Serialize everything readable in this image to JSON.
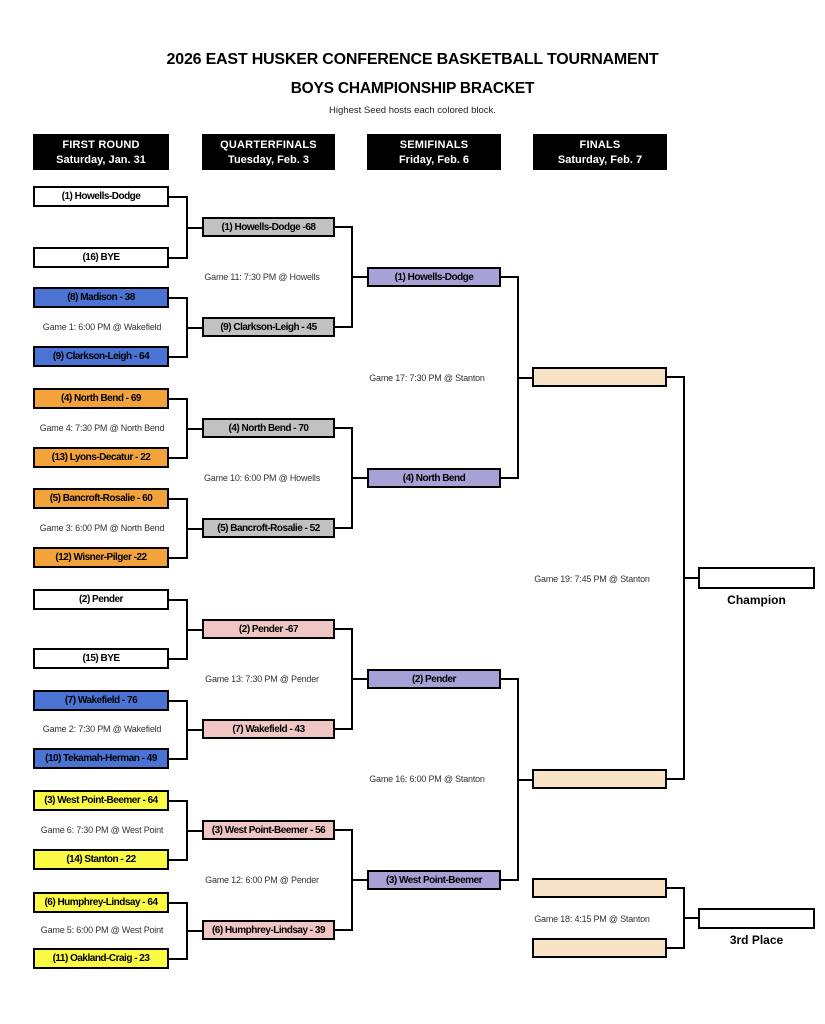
{
  "title": "2026 EAST HUSKER CONFERENCE BASKETBALL TOURNAMENT",
  "subtitle": "BOYS CHAMPIONSHIP BRACKET",
  "note": "Highest Seed hosts each colored block.",
  "columns": [
    {
      "id": "first-round",
      "label": "FIRST ROUND",
      "date": "Saturday, Jan. 31"
    },
    {
      "id": "quarterfinals",
      "label": "QUARTERFINALS",
      "date": "Tuesday, Feb. 3"
    },
    {
      "id": "semifinals",
      "label": "SEMIFINALS",
      "date": "Friday, Feb. 6"
    },
    {
      "id": "finals",
      "label": "FINALS",
      "date": "Saturday, Feb. 7"
    }
  ],
  "colors": {
    "open": "#FFFFFF",
    "wakefield_host": "#4A73D4",
    "north_bend_host": "#F3A33C",
    "west_point_host": "#FBFB46",
    "howells_host": "#C1C1C1",
    "pender_host": "#EFC6C4",
    "stanton_semi_host": "#A8A1D6",
    "stanton_final_host": "#F8E3C7",
    "header_bg": "#000000",
    "header_fg": "#FFFFFF",
    "line": "#000000"
  },
  "boxes": [
    {
      "id": "r1-howells",
      "label": "(1) Howells-Dodge",
      "color": "open"
    },
    {
      "id": "r1-bye16",
      "label": "(16) BYE",
      "color": "open"
    },
    {
      "id": "r1-madison",
      "label": "(8) Madison - 38",
      "color": "wakefield_host"
    },
    {
      "id": "r1-clarkson",
      "label": "(9) Clarkson-Leigh - 64",
      "color": "wakefield_host"
    },
    {
      "id": "r1-northbend",
      "label": "(4) North Bend - 69",
      "color": "north_bend_host"
    },
    {
      "id": "r1-lyons",
      "label": "(13) Lyons-Decatur - 22",
      "color": "north_bend_host"
    },
    {
      "id": "r1-bancroft",
      "label": "(5) Bancroft-Rosalie - 60",
      "color": "north_bend_host"
    },
    {
      "id": "r1-wisner",
      "label": "(12) Wisner-Pilger -22",
      "color": "north_bend_host"
    },
    {
      "id": "r1-pender",
      "label": "(2) Pender",
      "color": "open"
    },
    {
      "id": "r1-bye15",
      "label": "(15) BYE",
      "color": "open"
    },
    {
      "id": "r1-wakefield",
      "label": "(7) Wakefield - 76",
      "color": "wakefield_host"
    },
    {
      "id": "r1-tekamah",
      "label": "(10) Tekamah-Herman - 49",
      "color": "wakefield_host"
    },
    {
      "id": "r1-westpoint",
      "label": "(3) West Point-Beemer - 64",
      "color": "west_point_host"
    },
    {
      "id": "r1-stanton",
      "label": "(14) Stanton - 22",
      "color": "west_point_host"
    },
    {
      "id": "r1-humphrey",
      "label": "(6) Humphrey-Lindsay - 64",
      "color": "west_point_host"
    },
    {
      "id": "r1-oakland",
      "label": "(11) Oakland-Craig - 23",
      "color": "west_point_host"
    },
    {
      "id": "qf-howells",
      "label": "(1) Howells-Dodge -68",
      "color": "howells_host"
    },
    {
      "id": "qf-clarkson",
      "label": "(9) Clarkson-Leigh - 45",
      "color": "howells_host"
    },
    {
      "id": "qf-northbend",
      "label": "(4) North Bend - 70",
      "color": "howells_host"
    },
    {
      "id": "qf-bancroft",
      "label": "(5) Bancroft-Rosalie - 52",
      "color": "howells_host"
    },
    {
      "id": "qf-pender",
      "label": "(2) Pender -67",
      "color": "pender_host"
    },
    {
      "id": "qf-wakefield",
      "label": "(7) Wakefield - 43",
      "color": "pender_host"
    },
    {
      "id": "qf-westpoint",
      "label": "(3) West Point-Beemer - 56",
      "color": "pender_host"
    },
    {
      "id": "qf-humphrey",
      "label": "(6) Humphrey-Lindsay - 39",
      "color": "pender_host"
    },
    {
      "id": "sf-howells",
      "label": "(1) Howells-Dodge",
      "color": "stanton_semi_host"
    },
    {
      "id": "sf-northbend",
      "label": "(4) North Bend",
      "color": "stanton_semi_host"
    },
    {
      "id": "sf-pender",
      "label": "(2) Pender",
      "color": "stanton_semi_host"
    },
    {
      "id": "sf-westpoint",
      "label": "(3) West Point-Beemer",
      "color": "stanton_semi_host"
    },
    {
      "id": "final-slot-top",
      "label": "",
      "color": "stanton_final_host"
    },
    {
      "id": "final-slot-bottom",
      "label": "",
      "color": "stanton_final_host"
    },
    {
      "id": "third-slot-top",
      "label": "",
      "color": "stanton_final_host"
    },
    {
      "id": "third-slot-bottom",
      "label": "",
      "color": "stanton_final_host"
    },
    {
      "id": "champion-slot",
      "label": "",
      "color": "open"
    },
    {
      "id": "third-place-slot",
      "label": "",
      "color": "open"
    }
  ],
  "games": [
    {
      "id": "game-1",
      "label": "Game 1: 6:00 PM @  Wakefield"
    },
    {
      "id": "game-4",
      "label": "Game 4: 7:30 PM @  North Bend"
    },
    {
      "id": "game-3",
      "label": "Game 3: 6:00 PM @  North Bend"
    },
    {
      "id": "game-2",
      "label": "Game 2: 7:30 PM @  Wakefield"
    },
    {
      "id": "game-6",
      "label": "Game 6: 7:30 PM @  West Point"
    },
    {
      "id": "game-5",
      "label": "Game 5: 6:00 PM @  West Point"
    },
    {
      "id": "game-11",
      "label": "Game 11: 7:30 PM @  Howells"
    },
    {
      "id": "game-10",
      "label": "Game 10: 6:00 PM @  Howells"
    },
    {
      "id": "game-13",
      "label": "Game 13: 7:30 PM @  Pender"
    },
    {
      "id": "game-12",
      "label": "Game 12: 6:00 PM @  Pender"
    },
    {
      "id": "game-17",
      "label": "Game 17: 7:30 PM @  Stanton"
    },
    {
      "id": "game-16",
      "label": "Game 16: 6:00 PM @  Stanton"
    },
    {
      "id": "game-19",
      "label": "Game 19: 7:45 PM @  Stanton"
    },
    {
      "id": "game-18",
      "label": "Game 18: 4:15 PM @  Stanton"
    }
  ],
  "labels": {
    "champion": "Champion",
    "third_place": "3rd Place"
  }
}
